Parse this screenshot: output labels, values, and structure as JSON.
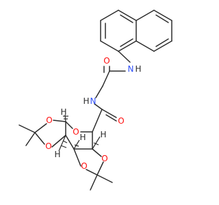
{
  "colors": {
    "bond": "#2b2b2b",
    "carbon": "#2b2b2b",
    "oxygen": "#ff0d0d",
    "nitrogen": "#3050f8",
    "hydrogen": "#2b2b2b"
  },
  "atoms": {
    "amide_nh": {
      "symbol": "N",
      "hydrogen": "H"
    },
    "amide_n": {
      "symbol": "N",
      "hydrogen": "H"
    },
    "glycine_oxygen": {
      "symbol": "O"
    },
    "carboxamide_oxygen": {
      "symbol": "O"
    },
    "pyran_oxygen": {
      "symbol": "O"
    },
    "dioxolane_a_o1": {
      "symbol": "O"
    },
    "dioxolane_a_o2": {
      "symbol": "O"
    },
    "dioxolane_b_o1": {
      "symbol": "O"
    },
    "dioxolane_b_o2": {
      "symbol": "O"
    },
    "stereo_h_top": {
      "symbol": "H"
    },
    "stereo_h_left": {
      "symbol": "H"
    },
    "stereo_h_right": {
      "symbol": "H"
    },
    "stereo_h_bottom": {
      "symbol": "H"
    }
  }
}
